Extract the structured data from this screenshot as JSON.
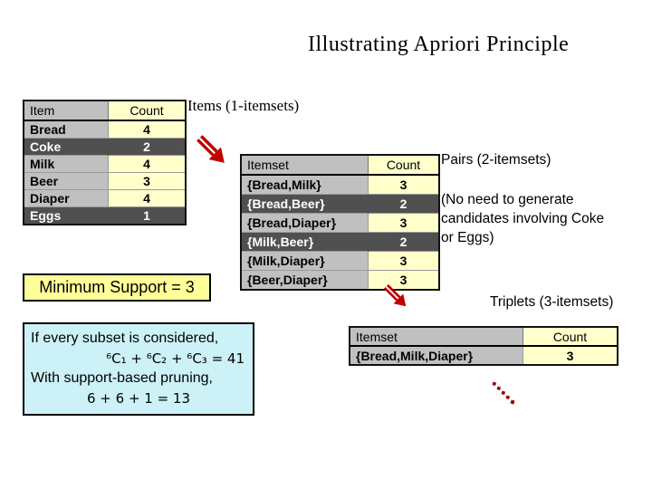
{
  "title": "Illustrating Apriori Principle",
  "labels": {
    "items": "Items (1-itemsets)",
    "pairs": "Pairs (2-itemsets)",
    "note": "(No need to generate candidates involving Coke or Eggs)",
    "triplets": "Triplets (3-itemsets)"
  },
  "min_support_box": "Minimum Support = 3",
  "summary_box": {
    "line1": "If every subset is considered,",
    "line2": "⁶C₁ + ⁶C₂ + ⁶C₃ = 41",
    "line3": "With support-based pruning,",
    "line4": "6 + 6 + 1 = 13"
  },
  "items_table": {
    "headers": [
      "Item",
      "Count"
    ],
    "rows": [
      {
        "item": "Bread",
        "count": "4",
        "highlighted": false
      },
      {
        "item": "Coke",
        "count": "2",
        "highlighted": true
      },
      {
        "item": "Milk",
        "count": "4",
        "highlighted": false
      },
      {
        "item": "Beer",
        "count": "3",
        "highlighted": false
      },
      {
        "item": "Diaper",
        "count": "4",
        "highlighted": false
      },
      {
        "item": "Eggs",
        "count": "1",
        "highlighted": true
      }
    ]
  },
  "pairs_table": {
    "headers": [
      "Itemset",
      "Count"
    ],
    "rows": [
      {
        "item": "{Bread,Milk}",
        "count": "3",
        "highlighted": false
      },
      {
        "item": "{Bread,Beer}",
        "count": "2",
        "highlighted": true
      },
      {
        "item": "{Bread,Diaper}",
        "count": "3",
        "highlighted": false
      },
      {
        "item": "{Milk,Beer}",
        "count": "2",
        "highlighted": true
      },
      {
        "item": "{Milk,Diaper}",
        "count": "3",
        "highlighted": false
      },
      {
        "item": "{Beer,Diaper}",
        "count": "3",
        "highlighted": false
      }
    ]
  },
  "triplets_table": {
    "headers": [
      "Itemset",
      "Count"
    ],
    "rows": [
      {
        "item": "{Bread,Milk,Diaper}",
        "count": "3",
        "highlighted": false
      }
    ]
  },
  "icons": {
    "flow_arrow_1": "down-right-arrow",
    "flow_arrow_2": "down-right-arrow",
    "trail": "dotted-down-right-arrow"
  },
  "colors": {
    "highlight_row_bg": "#505050",
    "table_item_col_bg": "#C0C0C0",
    "table_count_col_bg": "#FFFFCC",
    "min_support_bg": "#FFFF99",
    "summary_bg": "#CCF2F8",
    "arrow_red": "#C00000",
    "dot_red": "#990000"
  }
}
